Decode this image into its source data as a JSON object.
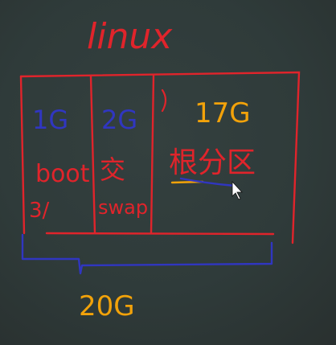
{
  "diagram": {
    "title": "linux",
    "partitions": [
      {
        "size": "1G",
        "name": "boot",
        "note": "3/"
      },
      {
        "size": "2G",
        "name": "交",
        "note": "swap"
      },
      {
        "size": "17G",
        "name": "根分区",
        "note": ""
      }
    ],
    "total": "20G"
  },
  "colors": {
    "red": "#e0242b",
    "blue": "#3036c0",
    "orange": "#f2a20a",
    "board": "#2f3b3a"
  }
}
